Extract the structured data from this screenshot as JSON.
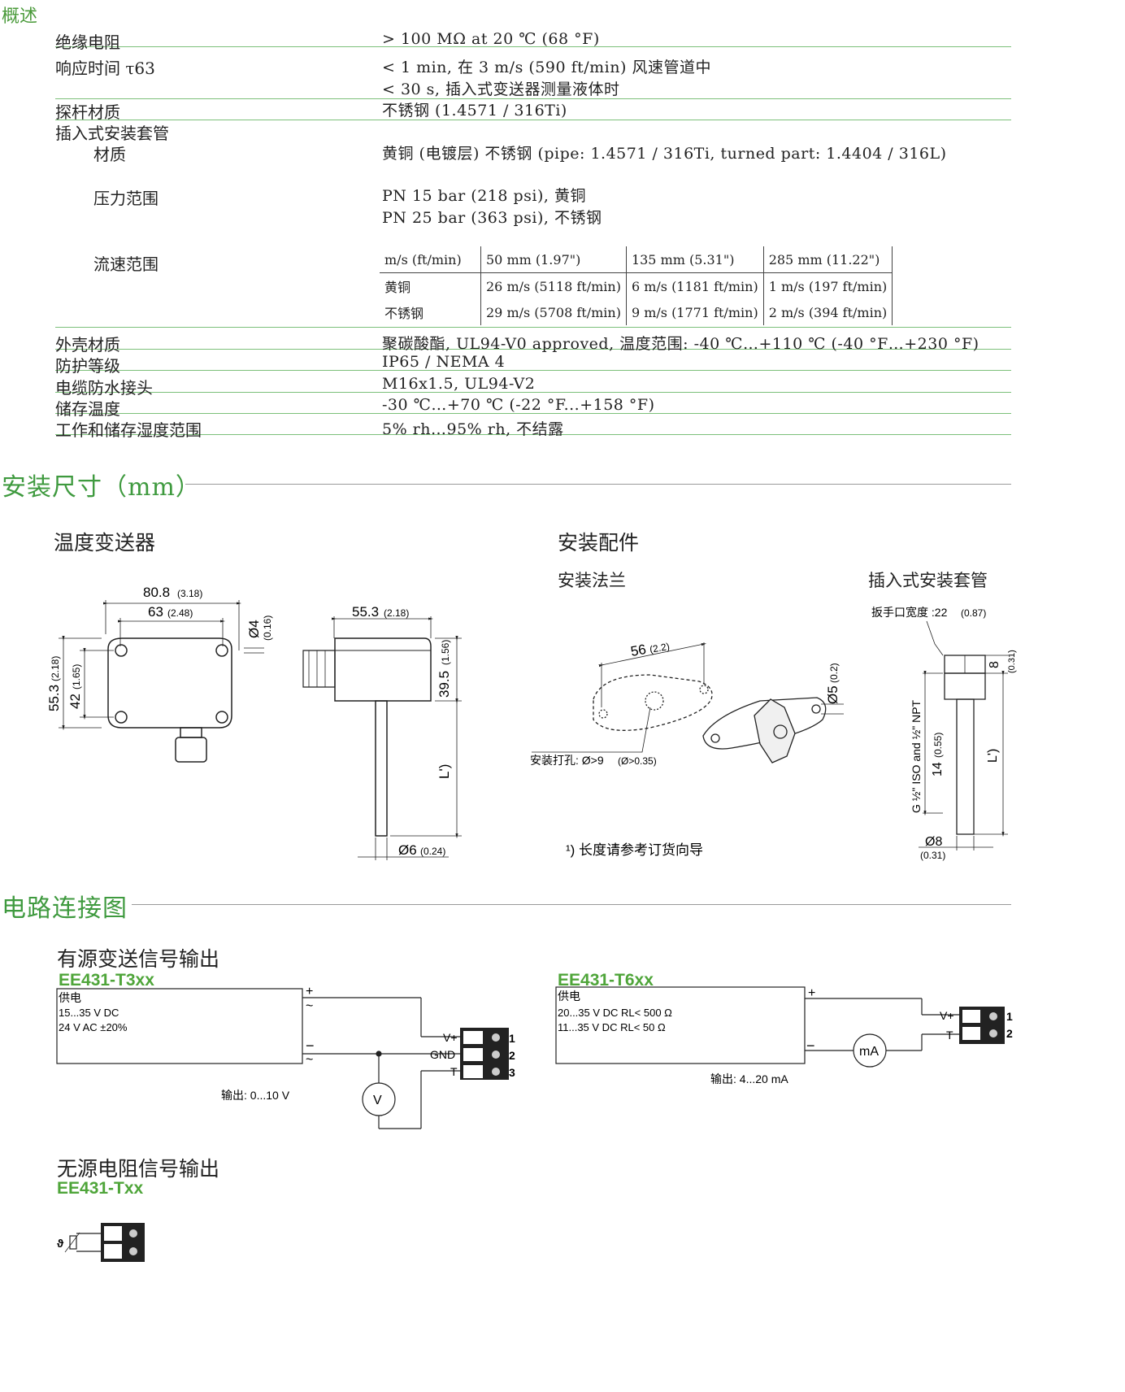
{
  "overview": {
    "title": "概述",
    "rows": [
      {
        "label": "绝缘电阻",
        "values": [
          "> 100 MΩ at 20 ℃ (68 °F)"
        ]
      },
      {
        "label": "响应时间 τ63",
        "values": [
          "< 1 min, 在 3 m/s (590 ft/min) 风速管道中",
          "< 30 s, 插入式变送器测量液体时"
        ]
      },
      {
        "label": "探杆材质",
        "values": [
          "不锈钢 (1.4571 / 316Ti)"
        ]
      },
      {
        "label": "插入式安装套管",
        "values": []
      },
      {
        "label": "材质",
        "values": [
          "黄铜 (电镀层) 不锈钢 (pipe: 1.4571 / 316Ti, turned part: 1.4404 / 316L)"
        ]
      },
      {
        "label": "压力范围",
        "values": [
          "PN 15 bar (218 psi), 黄铜",
          "PN 25 bar (363 psi), 不锈钢"
        ]
      },
      {
        "label": "流速范围",
        "values": []
      },
      {
        "label": "外壳材质",
        "values": [
          "聚碳酸酯, UL94-V0 approved, 温度范围: -40 ℃…+110 ℃ (-40 °F…+230 °F)"
        ]
      },
      {
        "label": "防护等级",
        "values": [
          "IP65 / NEMA 4"
        ]
      },
      {
        "label": "电缆防水接头",
        "values": [
          "M16x1.5, UL94-V2"
        ]
      },
      {
        "label": "储存温度",
        "values": [
          "-30 ℃…+70 ℃ (-22 °F...+158 °F)"
        ]
      },
      {
        "label": "工作和储存湿度范围",
        "values": [
          "5% rh…95% rh, 不结露"
        ]
      }
    ],
    "flow_table": {
      "header": [
        "m/s (ft/min)",
        "50 mm (1.97\")",
        "135 mm (5.31\")",
        "285 mm (11.22\")"
      ],
      "rows": [
        [
          "黄铜",
          "26 m/s (5118 ft/min)",
          "6 m/s (1181 ft/min)",
          "1 m/s (197 ft/min)"
        ],
        [
          "不锈钢",
          "29 m/s (5708 ft/min)",
          "9 m/s (1771 ft/min)",
          "2 m/s (394 ft/min)"
        ]
      ]
    }
  },
  "dimensions": {
    "title": "安装尺寸（mm）",
    "transmitter_title": "温度变送器",
    "accessories_title": "安装配件",
    "flange_title": "安装法兰",
    "sleeve_title": "插入式安装套管",
    "dims": {
      "w1": "80.8",
      "w1_in": "(3.18)",
      "w2": "63",
      "w2_in": "(2.48)",
      "d4": "Ø4",
      "d4_in": "(0.16)",
      "h1": "55.3",
      "h1_in": "(2.18)",
      "h2": "42",
      "h2_in": "(1.65)",
      "w3": "55.3",
      "w3_in": "(2.18)",
      "h3": "39.5",
      "h3_in": "(1.56)",
      "lprime": "L')",
      "d6": "Ø6",
      "d6_in": "(0.24)",
      "f56": "56",
      "f56_in": "(2.2)",
      "d5": "Ø5",
      "d5_in": "(0.2)",
      "hole": "安装打孔: Ø>9",
      "hole_in": "(Ø>0.35)",
      "wrench": "扳手口宽度 :22",
      "wrench_in": "(0.87)",
      "s8": "8",
      "s8_in": "(0.31)",
      "thread": "G ½\" ISO and ½\" NPT",
      "s14": "14",
      "s14_in": "(0.55)",
      "d8": "Ø8",
      "d8_in": "(0.31)"
    },
    "footnote": "¹) 长度请参考订货向导"
  },
  "wiring": {
    "title": "电路连接图",
    "active_title": "有源变送信号输出",
    "t3": {
      "model": "EE431-T3xx",
      "supply_label": "供电",
      "supply_lines": [
        "15...35 V DC",
        "24 V AC ±20%"
      ],
      "output": "输出: 0...10 V",
      "plus": "+",
      "minus": "−",
      "tilde": "~",
      "terminals": [
        "V+",
        "GND",
        "T"
      ],
      "numbers": [
        "1",
        "2",
        "3"
      ],
      "meter": "V"
    },
    "t6": {
      "model": "EE431-T6xx",
      "supply_label": "供电",
      "supply_lines": [
        "20...35 V DC RL< 500 Ω",
        "11...35 V DC RL< 50 Ω"
      ],
      "output": "输出: 4...20 mA",
      "plus": "+",
      "minus": "−",
      "terminals": [
        "V+",
        "T"
      ],
      "numbers": [
        "1",
        "2"
      ],
      "meter": "mA"
    },
    "passive_title": "无源电阻信号输出",
    "passive": {
      "model": "EE431-Txx",
      "symbol": "ϑ"
    }
  }
}
